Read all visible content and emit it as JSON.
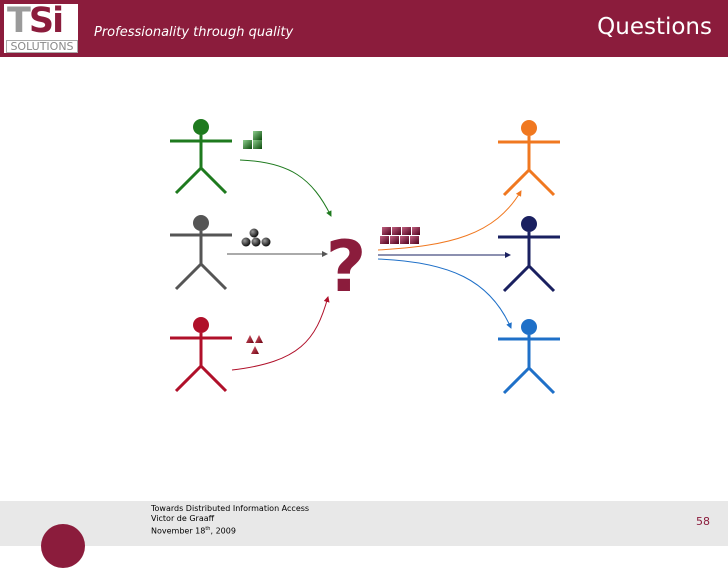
{
  "header": {
    "logo_text": "TSi",
    "logo_subtext": "SOLUTIONS",
    "tagline": "Professionality through quality",
    "title": "Questions"
  },
  "diagram": {
    "center_symbol": "?",
    "colors": {
      "green": "#1e7a1e",
      "gray": "#555555",
      "red": "#b0102a",
      "orange": "#f07820",
      "navy": "#1a2060",
      "blue": "#1f70c8",
      "maroon": "#8b1c3c"
    },
    "left_figures": [
      "green",
      "gray",
      "red"
    ],
    "right_figures": [
      "orange",
      "navy",
      "blue"
    ]
  },
  "footer": {
    "line1": "Towards Distributed Information Access",
    "line2": "Victor de Graaff",
    "line3_prefix": "November 18",
    "line3_sup": "th",
    "line3_suffix": ", 2009",
    "page_number": "58"
  }
}
